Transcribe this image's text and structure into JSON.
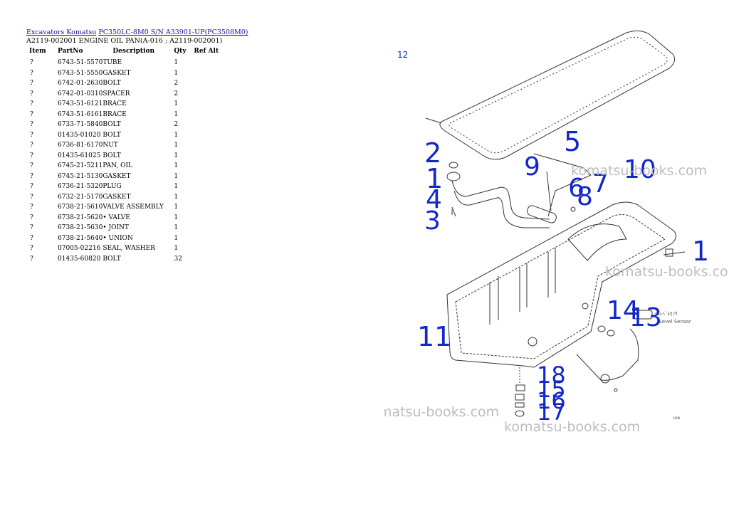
{
  "breadcrumb": {
    "links": [
      "Excavators Komatsu",
      "PC350LC-8M0 S/N A33901-UP(PC3508M0)"
    ]
  },
  "subtitle": "A2119-002001 ENGINE OIL PAN(A-016 ; A2119-002001)",
  "table": {
    "headers": {
      "item": "Item",
      "partno": "PartNo",
      "description": "Description",
      "qty": "Qty",
      "refalt": "Ref Alt"
    },
    "rows": [
      {
        "item": "?",
        "partno": "6743-51-5570",
        "description": "TUBE",
        "qty": "1"
      },
      {
        "item": "?",
        "partno": "6743-51-5550",
        "description": "GASKET",
        "qty": "1"
      },
      {
        "item": "?",
        "partno": "6742-01-2630",
        "description": "BOLT",
        "qty": "2"
      },
      {
        "item": "?",
        "partno": "6742-01-0310",
        "description": "SPACER",
        "qty": "2"
      },
      {
        "item": "?",
        "partno": "6743-51-6121",
        "description": "BRACE",
        "qty": "1"
      },
      {
        "item": "?",
        "partno": "6743-51-6161",
        "description": "BRACE",
        "qty": "1"
      },
      {
        "item": "?",
        "partno": "6733-71-5840",
        "description": "BOLT",
        "qty": "2"
      },
      {
        "item": "?",
        "partno": "01435-01020",
        "description": "BOLT",
        "qty": "1"
      },
      {
        "item": "?",
        "partno": "6736-81-6170",
        "description": "NUT",
        "qty": "1"
      },
      {
        "item": "?",
        "partno": "01435-61025",
        "description": "BOLT",
        "qty": "1"
      },
      {
        "item": "?",
        "partno": "6745-21-5211",
        "description": "PAN, OIL",
        "qty": "1"
      },
      {
        "item": "?",
        "partno": "6745-21-5130",
        "description": "GASKET",
        "qty": "1"
      },
      {
        "item": "?",
        "partno": "6736-21-5320",
        "description": "PLUG",
        "qty": "1"
      },
      {
        "item": "?",
        "partno": "6732-21-5170",
        "description": "GASKET",
        "qty": "1"
      },
      {
        "item": "?",
        "partno": "6738-21-5610",
        "description": "VALVE ASSEMBLY",
        "qty": "1"
      },
      {
        "item": "?",
        "partno": "6738-21-5620",
        "description": "• VALVE",
        "qty": "1"
      },
      {
        "item": "?",
        "partno": "6738-21-5630",
        "description": "• JOINT",
        "qty": "1"
      },
      {
        "item": "?",
        "partno": "6738-21-5640",
        "description": "• UNION",
        "qty": "1"
      },
      {
        "item": "?",
        "partno": "07005-02216",
        "description": "SEAL, WASHER",
        "qty": "1"
      },
      {
        "item": "?",
        "partno": "01435-60820",
        "description": "BOLT",
        "qty": "32"
      }
    ]
  },
  "diagram": {
    "callouts": [
      "12",
      "2",
      "1",
      "4",
      "3",
      "9",
      "5",
      "6",
      "8",
      "7",
      "10",
      "1",
      "11",
      "14",
      "13",
      "18",
      "15",
      "16",
      "17"
    ],
    "sensor_jp": "ｲﾙﾚﾍﾞﾙｾﾝｻ",
    "sensor_en": "Level Sensor",
    "watermark": "komatsu-books.com",
    "callout_color": "#1327c8"
  }
}
